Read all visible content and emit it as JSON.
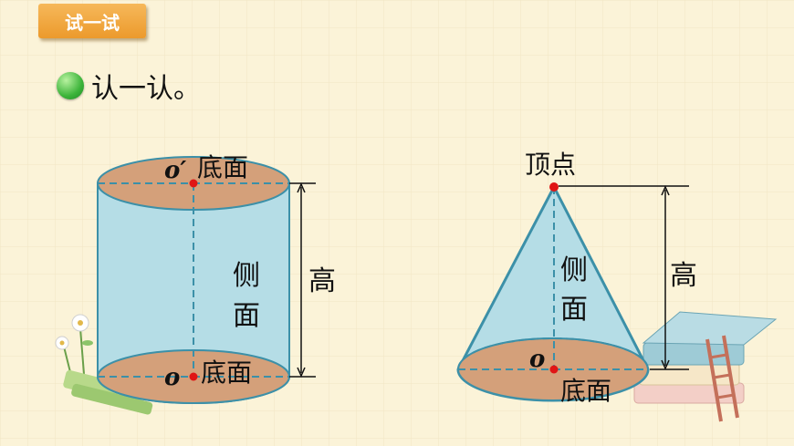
{
  "badge": {
    "label": "试一试"
  },
  "heading": {
    "text": "认一认。"
  },
  "cylinder": {
    "top_center_label": "o′",
    "top_base_label": "底面",
    "lateral_label_top": "侧",
    "lateral_label_bottom": "面",
    "height_label": "高",
    "bottom_center_label": "o",
    "bottom_base_label": "底面"
  },
  "cone": {
    "apex_label": "顶点",
    "lateral_label_top": "侧",
    "lateral_label_bottom": "面",
    "height_label": "高",
    "center_label": "o",
    "base_label": "底面"
  },
  "colors": {
    "base_fill": "#d4a07a",
    "lateral_fill": "#b5dde6",
    "outline": "#3c90a8",
    "center_point": "#e01515",
    "badge": "#f0a63c"
  }
}
